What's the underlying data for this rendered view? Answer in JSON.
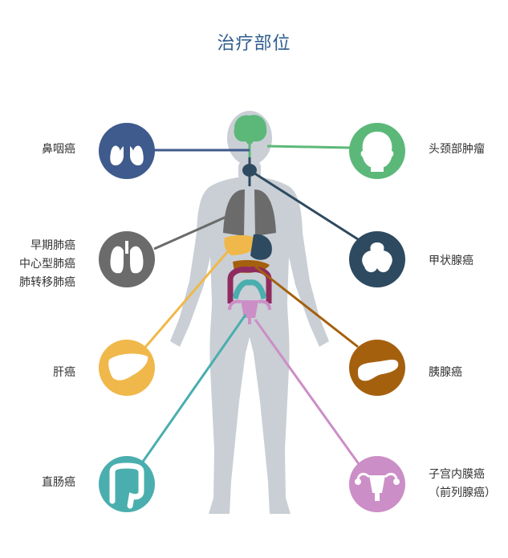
{
  "title": "治疗部位",
  "colors": {
    "body": "#c9cfd5",
    "navy": "#3f5a8c",
    "green": "#5cb879",
    "gray": "#6b6b6b",
    "darkblue": "#2e4a60",
    "yellow": "#f0b84a",
    "brown": "#a5600e",
    "teal": "#4aaeae",
    "pink": "#cc8ec6",
    "intestine_purple": "#8f2b5f"
  },
  "items": {
    "nasopharynx": {
      "label": "鼻咽癌",
      "icon": "lungs-icon",
      "color": "#3f5a8c"
    },
    "lung": {
      "lines": [
        "早期肺癌",
        "中心型肺癌",
        "肺转移肺癌"
      ],
      "icon": "lung-icon",
      "color": "#6b6b6b"
    },
    "liver": {
      "label": "肝癌",
      "icon": "liver-icon",
      "color": "#f0b84a"
    },
    "rectal": {
      "label": "直肠癌",
      "icon": "colon-icon",
      "color": "#4aaeae"
    },
    "head_neck": {
      "label": "头颈部肿瘤",
      "icon": "head-icon",
      "color": "#5cb879"
    },
    "thyroid": {
      "label": "甲状腺癌",
      "icon": "thyroid-icon",
      "color": "#2e4a60"
    },
    "pancreas": {
      "label": "胰腺癌",
      "icon": "pancreas-icon",
      "color": "#a5600e"
    },
    "uterine": {
      "lines": [
        "子宫内膜癌",
        "（前列腺癌）"
      ],
      "icon": "uterus-icon",
      "color": "#cc8ec6"
    }
  }
}
